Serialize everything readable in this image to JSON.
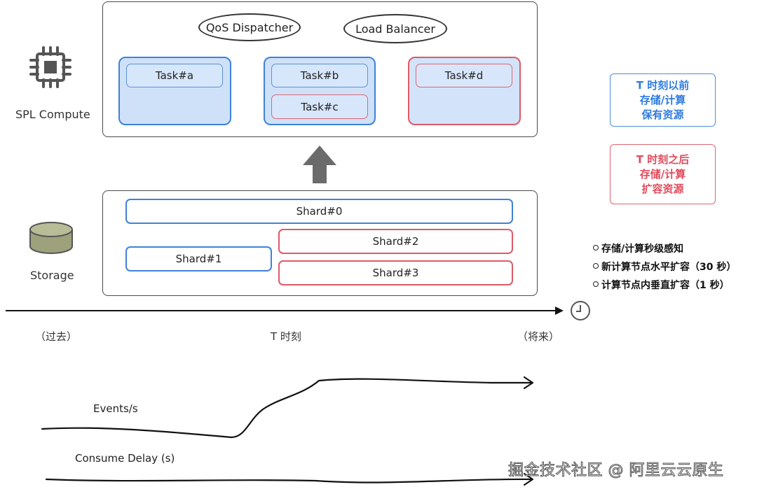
{
  "compute": {
    "label": "SPL Compute",
    "dispatchers": [
      "QoS Dispatcher",
      "Load Balancer"
    ],
    "tasks": {
      "a": "Task#a",
      "b": "Task#b",
      "c": "Task#c",
      "d": "Task#d"
    }
  },
  "storage": {
    "label": "Storage",
    "shards": {
      "s0": "Shard#0",
      "s1": "Shard#1",
      "s2": "Shard#2",
      "s3": "Shard#3"
    }
  },
  "legend": {
    "before": [
      "T 时刻以前",
      "存储/计算",
      "保有资源"
    ],
    "after": [
      "T 时刻之后",
      "存储/计算",
      "扩容资源"
    ]
  },
  "features": [
    "存储/计算秒级感知",
    "新计算节点水平扩容（30 秒）",
    "计算节点内垂直扩容（1 秒）"
  ],
  "timeline": {
    "past": "（过去）",
    "t": "T 时刻",
    "future": "（将来）"
  },
  "curves": {
    "events": "Events/s",
    "delay": "Consume Delay (s)"
  },
  "watermark": "掘金技术社区 @ 阿里云云原生",
  "colors": {
    "blue": "#3f82d8",
    "red": "#de5a66",
    "fill": "#cfe1f8"
  },
  "icons": [
    "chip-icon",
    "database-icon",
    "up-arrow-icon",
    "clock-icon",
    "timeline-arrow-icon"
  ]
}
